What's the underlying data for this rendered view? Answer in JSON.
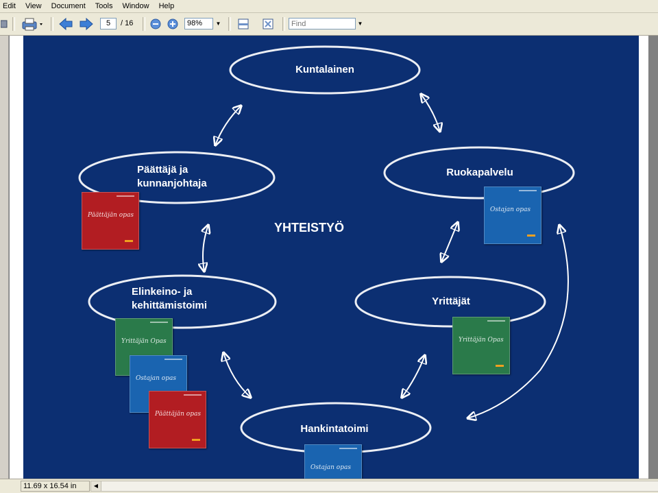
{
  "menubar": {
    "items": [
      "Edit",
      "View",
      "Document",
      "Tools",
      "Window",
      "Help"
    ]
  },
  "toolbar": {
    "page_current": "5",
    "page_total": "/ 16",
    "zoom": "98%",
    "find_placeholder": "Find",
    "icons": [
      "save-icon",
      "print-icon",
      "previous-page-icon",
      "next-page-icon",
      "zoom-out-icon",
      "zoom-in-icon",
      "fit-width-icon",
      "fit-page-icon"
    ]
  },
  "slide": {
    "center_title": "YHTEISTYÖ",
    "nodes": {
      "kuntalainen": "Kuntalainen",
      "paattaja_line1": "Päättäjä ja",
      "paattaja_line2": "kunnanjohtaja",
      "ruokapalvelu": "Ruokapalvelu",
      "elinkeino_line1": "Elinkeino- ja",
      "elinkeino_line2": "kehittämistoimi",
      "yrittajat": "Yrittäjät",
      "hankintatoimi": "Hankintatoimi"
    },
    "books": {
      "paattaja": "Päättäjän opas",
      "yrittaja": "Yrittäjän Opas",
      "ostaja": "Ostajan opas"
    },
    "colors": {
      "background": "#0c2f72",
      "book_red": "#b21d22",
      "book_blue": "#1a64b0",
      "book_green": "#2a7a4a"
    }
  },
  "statusbar": {
    "page_size": "11.69 x 16.54 in"
  }
}
